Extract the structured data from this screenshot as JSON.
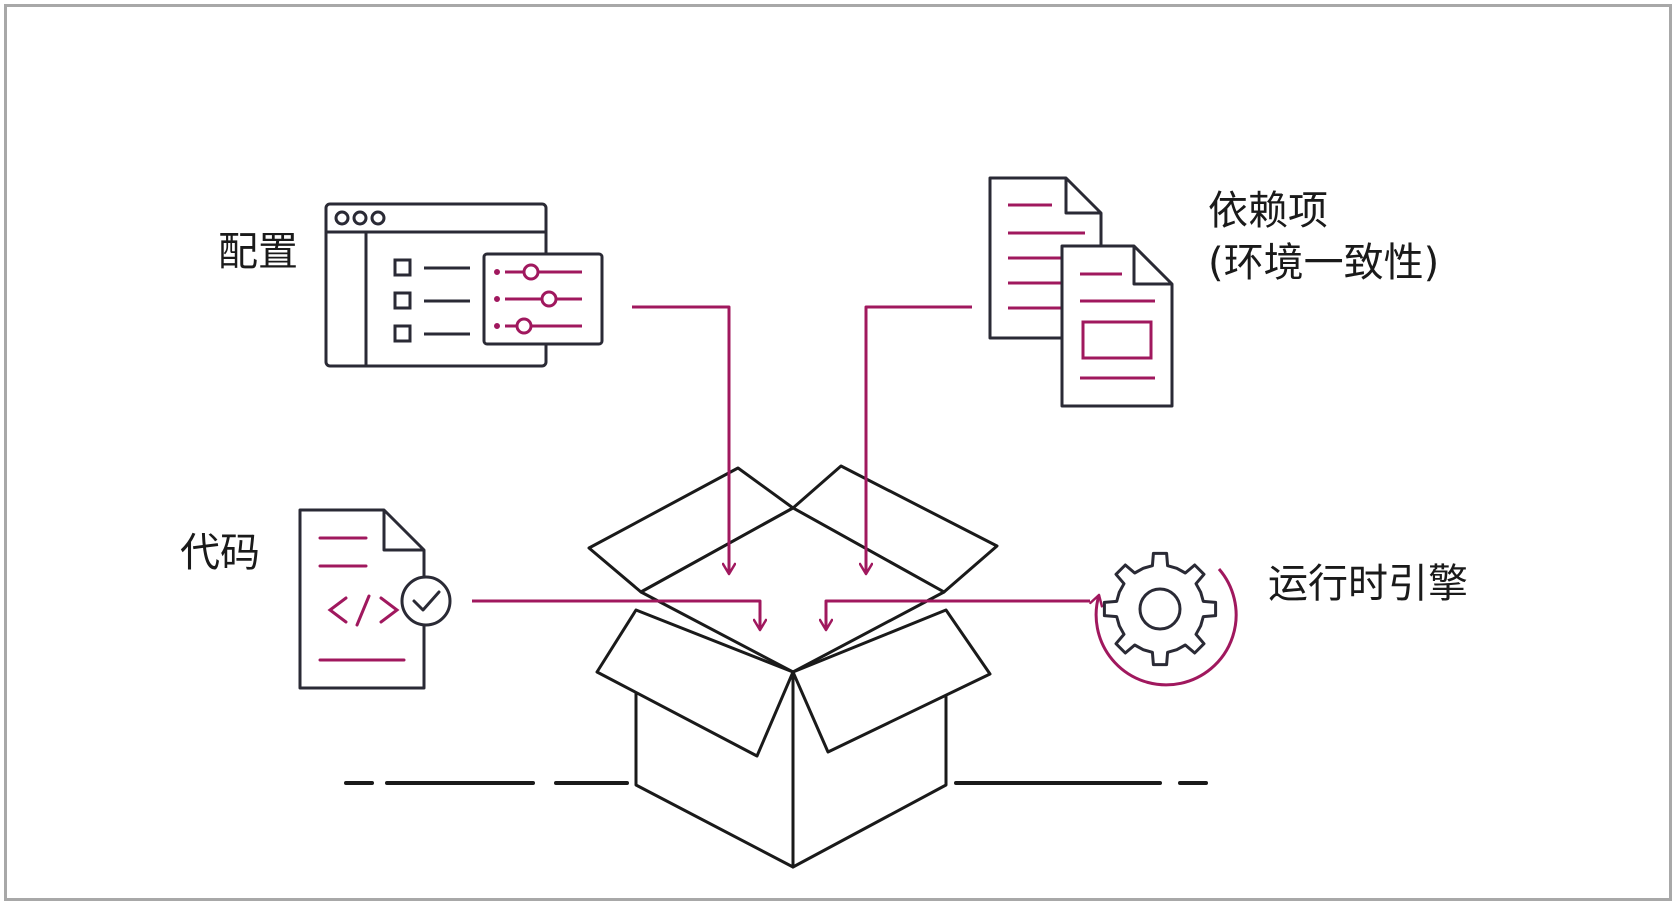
{
  "labels": {
    "config": "配置",
    "dependencies_line1": "依赖项",
    "dependencies_line2": "(环境一致性)",
    "code": "代码",
    "runtime": "运行时引擎"
  },
  "colors": {
    "accent": "#A0185E",
    "line": "#2a2a35",
    "frame": "#a8a8a8"
  }
}
